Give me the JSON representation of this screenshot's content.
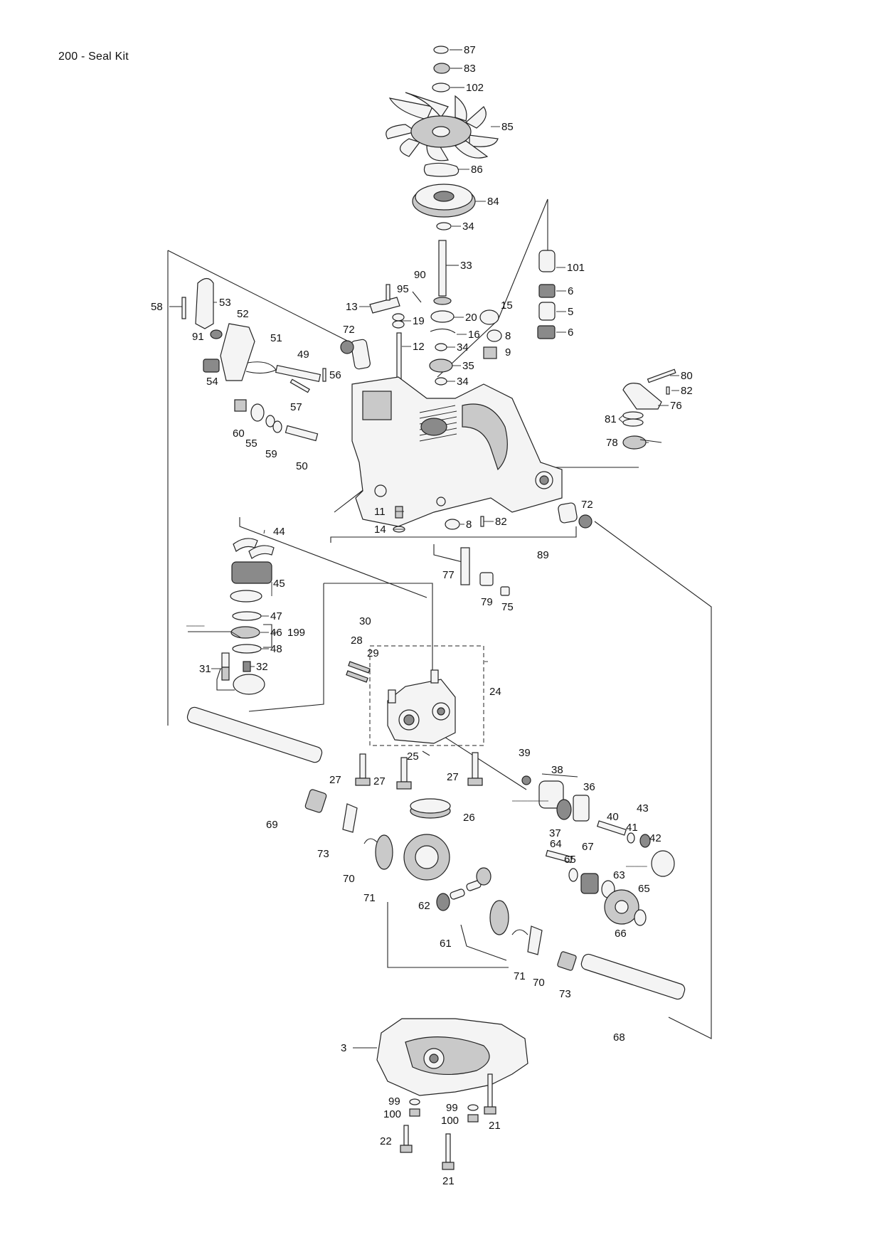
{
  "header": {
    "title": "200 - Seal Kit"
  },
  "parts": [
    {
      "id": "87",
      "label": "87"
    },
    {
      "id": "83",
      "label": "83"
    },
    {
      "id": "102",
      "label": "102"
    },
    {
      "id": "85",
      "label": "85"
    },
    {
      "id": "86",
      "label": "86"
    },
    {
      "id": "84",
      "label": "84"
    },
    {
      "id": "34a",
      "label": "34"
    },
    {
      "id": "33",
      "label": "33"
    },
    {
      "id": "101",
      "label": "101"
    },
    {
      "id": "90",
      "label": "90"
    },
    {
      "id": "95",
      "label": "95"
    },
    {
      "id": "6a",
      "label": "6"
    },
    {
      "id": "13",
      "label": "13"
    },
    {
      "id": "20",
      "label": "20"
    },
    {
      "id": "15",
      "label": "15"
    },
    {
      "id": "5",
      "label": "5"
    },
    {
      "id": "58",
      "label": "58"
    },
    {
      "id": "53",
      "label": "53"
    },
    {
      "id": "52",
      "label": "52"
    },
    {
      "id": "19",
      "label": "19"
    },
    {
      "id": "6b",
      "label": "6"
    },
    {
      "id": "91",
      "label": "91"
    },
    {
      "id": "72a",
      "label": "72"
    },
    {
      "id": "16",
      "label": "16"
    },
    {
      "id": "8a",
      "label": "8"
    },
    {
      "id": "12",
      "label": "12"
    },
    {
      "id": "34b",
      "label": "34"
    },
    {
      "id": "51",
      "label": "51"
    },
    {
      "id": "9",
      "label": "9"
    },
    {
      "id": "49",
      "label": "49"
    },
    {
      "id": "35",
      "label": "35"
    },
    {
      "id": "56",
      "label": "56"
    },
    {
      "id": "54",
      "label": "54"
    },
    {
      "id": "34c",
      "label": "34"
    },
    {
      "id": "80",
      "label": "80"
    },
    {
      "id": "82a",
      "label": "82"
    },
    {
      "id": "57",
      "label": "57"
    },
    {
      "id": "76",
      "label": "76"
    },
    {
      "id": "81",
      "label": "81"
    },
    {
      "id": "78",
      "label": "78"
    },
    {
      "id": "60",
      "label": "60"
    },
    {
      "id": "55",
      "label": "55"
    },
    {
      "id": "59",
      "label": "59"
    },
    {
      "id": "50",
      "label": "50"
    },
    {
      "id": "11",
      "label": "11"
    },
    {
      "id": "72b",
      "label": "72"
    },
    {
      "id": "82b",
      "label": "82"
    },
    {
      "id": "14",
      "label": "14"
    },
    {
      "id": "8b",
      "label": "8"
    },
    {
      "id": "89",
      "label": "89"
    },
    {
      "id": "44",
      "label": "44"
    },
    {
      "id": "45",
      "label": "45"
    },
    {
      "id": "77",
      "label": "77"
    },
    {
      "id": "79",
      "label": "79"
    },
    {
      "id": "75",
      "label": "75"
    },
    {
      "id": "47",
      "label": "47"
    },
    {
      "id": "46",
      "label": "46"
    },
    {
      "id": "199",
      "label": "199"
    },
    {
      "id": "48",
      "label": "48"
    },
    {
      "id": "30",
      "label": "30"
    },
    {
      "id": "28",
      "label": "28"
    },
    {
      "id": "29",
      "label": "29"
    },
    {
      "id": "31",
      "label": "31"
    },
    {
      "id": "32",
      "label": "32"
    },
    {
      "id": "24",
      "label": "24"
    },
    {
      "id": "39",
      "label": "39"
    },
    {
      "id": "25",
      "label": "25"
    },
    {
      "id": "38",
      "label": "38"
    },
    {
      "id": "27a",
      "label": "27"
    },
    {
      "id": "27b",
      "label": "27"
    },
    {
      "id": "27c",
      "label": "27"
    },
    {
      "id": "36",
      "label": "36"
    },
    {
      "id": "43",
      "label": "43"
    },
    {
      "id": "40",
      "label": "40"
    },
    {
      "id": "41",
      "label": "41"
    },
    {
      "id": "42",
      "label": "42"
    },
    {
      "id": "26",
      "label": "26"
    },
    {
      "id": "37",
      "label": "37"
    },
    {
      "id": "69",
      "label": "69"
    },
    {
      "id": "64",
      "label": "64"
    },
    {
      "id": "67",
      "label": "67"
    },
    {
      "id": "73a",
      "label": "73"
    },
    {
      "id": "65a",
      "label": "65"
    },
    {
      "id": "63",
      "label": "63"
    },
    {
      "id": "70a",
      "label": "70"
    },
    {
      "id": "65b",
      "label": "65"
    },
    {
      "id": "71a",
      "label": "71"
    },
    {
      "id": "62",
      "label": "62"
    },
    {
      "id": "66",
      "label": "66"
    },
    {
      "id": "61",
      "label": "61"
    },
    {
      "id": "71b",
      "label": "71"
    },
    {
      "id": "70b",
      "label": "70"
    },
    {
      "id": "73b",
      "label": "73"
    },
    {
      "id": "68",
      "label": "68"
    },
    {
      "id": "3",
      "label": "3"
    },
    {
      "id": "99a",
      "label": "99"
    },
    {
      "id": "99b",
      "label": "99"
    },
    {
      "id": "100a",
      "label": "100"
    },
    {
      "id": "100b",
      "label": "100"
    },
    {
      "id": "21a",
      "label": "21"
    },
    {
      "id": "22",
      "label": "22"
    },
    {
      "id": "21b",
      "label": "21"
    }
  ]
}
